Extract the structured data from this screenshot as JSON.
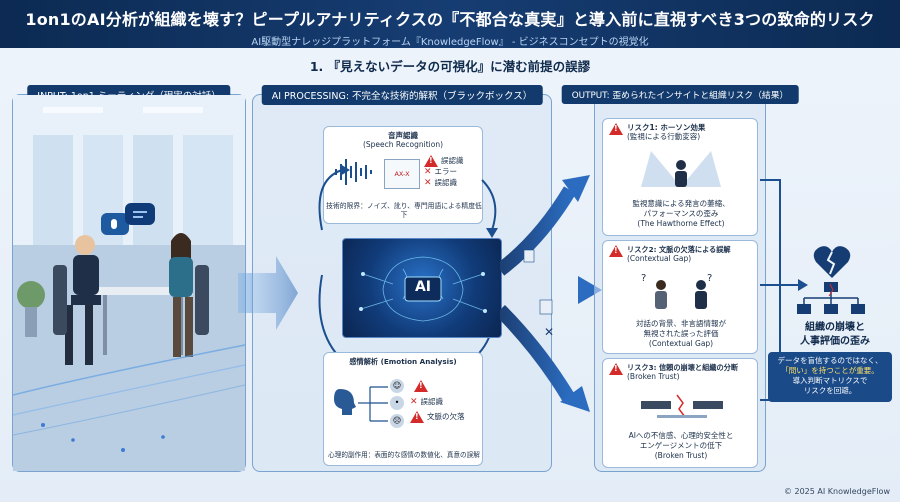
{
  "header": {
    "title": "1on1のAI分析が組織を壊す？ピープルアナリティクスの『不都合な真実』と導入前に直視すべき3つの致命的リスク",
    "subtitle": "AI駆動型ナレッジプラットフォーム『KnowledgeFlow』 - ビジネスコンセプトの視覚化"
  },
  "section_title": "1. 『見えないデータの可視化』に潜む前提の誤謬",
  "input_panel": {
    "label": "INPUT: 1on1 ミーティング（現実の対話）"
  },
  "processing_panel": {
    "label": "AI PROCESSING: 不完全な技術的解釈（ブラックボックス）",
    "speech": {
      "title": "音声認識",
      "title_en": "(Speech Recognition)",
      "errors": [
        "誤認識",
        "エラー",
        "誤認識"
      ],
      "wave_text": "AX-X",
      "limit": "技術的限界：ノイズ、訛り、専門用語による精度低下"
    },
    "ai_label": "AI",
    "emotion": {
      "title": "感情解析 (Emotion Analysis)",
      "errors": [
        "誤認識",
        "文脈の欠落"
      ],
      "limit": "心理的副作用：表面的な感情の数値化、真意の誤解"
    }
  },
  "output_panel": {
    "label": "OUTPUT: 歪められたインサイトと組織リスク（結果）",
    "risks": [
      {
        "title": "リスク1: ホーソン効果",
        "title2": "(監視による行動変容)",
        "desc": [
          "監視意識による発言の萎縮、",
          "パフォーマンスの歪み",
          "(The Hawthorne Effect)"
        ]
      },
      {
        "title": "リスク2: 文脈の欠落による誤解",
        "title2": "(Contextual Gap)",
        "desc": [
          "対話の背景、非言語情報が",
          "無視された誤った評価",
          "(Contextual Gap)"
        ]
      },
      {
        "title": "リスク3: 信頼の崩壊と組織の分断",
        "title2": "(Broken Trust)",
        "desc": [
          "AIへの不信感、心理的安全性と",
          "エンゲージメントの低下",
          "(Broken Trust)"
        ]
      }
    ]
  },
  "conclusion": {
    "label_line1": "組織の崩壊と",
    "label_line2": "人事評価の歪み",
    "note_line1": "データを盲信するのではなく、",
    "note_line2": "「問い」を持つことが重要。",
    "note_line3": "導入判断マトリクスで",
    "note_line4": "リスクを回避。"
  },
  "footer": "© 2025 AI KnowledgeFlow",
  "colors": {
    "navy": "#123a6c",
    "red": "#d42a2a",
    "accent": "#2a72c8"
  }
}
